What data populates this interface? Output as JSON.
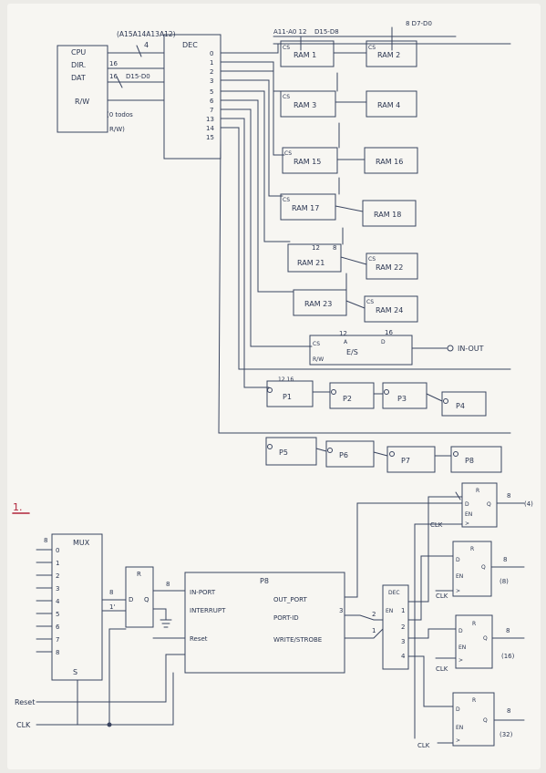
{
  "colors": {
    "paper": "#f7f6f2",
    "ink": "#3a4560",
    "accent": "#b0243a"
  },
  "part1": {
    "cpu": {
      "lines": [
        "CPU",
        "DIR.",
        "DAT",
        "R/W"
      ]
    },
    "bus_labels": {
      "top": "(A15A14A13A12)",
      "bus_width": "4",
      "addr": "16",
      "data": "16",
      "data_range": "D15-D0",
      "rw_note_1": "(0 todos",
      "rw_note_2": "R/W)"
    },
    "dec": {
      "label": "DEC",
      "outputs": [
        "0",
        "1",
        "2",
        "3",
        "5",
        "6",
        "7",
        "13",
        "14",
        "15"
      ]
    },
    "top_note": "A11-A0 12",
    "top_note2": "D15-D8",
    "top_note3": "8 D7-D0",
    "rams": [
      "RAM 1",
      "RAM 2",
      "RAM 3",
      "RAM 4",
      "RAM 15",
      "RAM 16",
      "RAM 17",
      "RAM 18",
      "RAM 21",
      "RAM 22",
      "RAM 23",
      "RAM 24"
    ],
    "ram21_bits": {
      "a": "12",
      "d": "8"
    },
    "cs": "CS",
    "a": "A",
    "d": "D",
    "eis": {
      "label": "E/S",
      "cs": "CS",
      "rw": "R/W",
      "a": "A",
      "d": "D",
      "a_bits": "12",
      "d_bits": "16",
      "io": "IN-OUT"
    },
    "p1_bits": "12 16",
    "ports": [
      "P1",
      "P2",
      "P3",
      "P4",
      "P5",
      "P6",
      "P7",
      "P8"
    ]
  },
  "part2": {
    "section": "1.",
    "mux": {
      "label": "MUX",
      "bus": "8",
      "inputs": [
        "0",
        "1",
        "2",
        "3",
        "4",
        "5",
        "6",
        "7",
        "8"
      ],
      "select": "S"
    },
    "reg": {
      "r": "R",
      "d": "D",
      "q": "Q",
      "w8": "8",
      "w1": "1'"
    },
    "p8": {
      "title": "P8",
      "in_port": "IN-PORT",
      "interrupt": "INTERRUPT",
      "reset": "Reset",
      "out_port": "OUT_PORT",
      "port_id": "PORT-ID",
      "write": "WRITE/STROBE",
      "bus_in": "8"
    },
    "dec2": {
      "label": "DEC",
      "en": "EN",
      "outs": [
        "1",
        "2",
        "3",
        "4"
      ],
      "w3": "3",
      "w2": "2",
      "w1": "1"
    },
    "regs": [
      {
        "bus": "8",
        "out": "(4)"
      },
      {
        "bus": "8",
        "out": "(8)"
      },
      {
        "bus": "8",
        "out": "(16)"
      },
      {
        "bus": "8",
        "out": "(32)"
      }
    ],
    "reg_pins": {
      "r": "R",
      "d": "D",
      "q": "Q",
      "en": "EN",
      "clk": ">"
    },
    "clk": "CLK",
    "reset_in": "Reset",
    "clk_in": "CLK"
  }
}
